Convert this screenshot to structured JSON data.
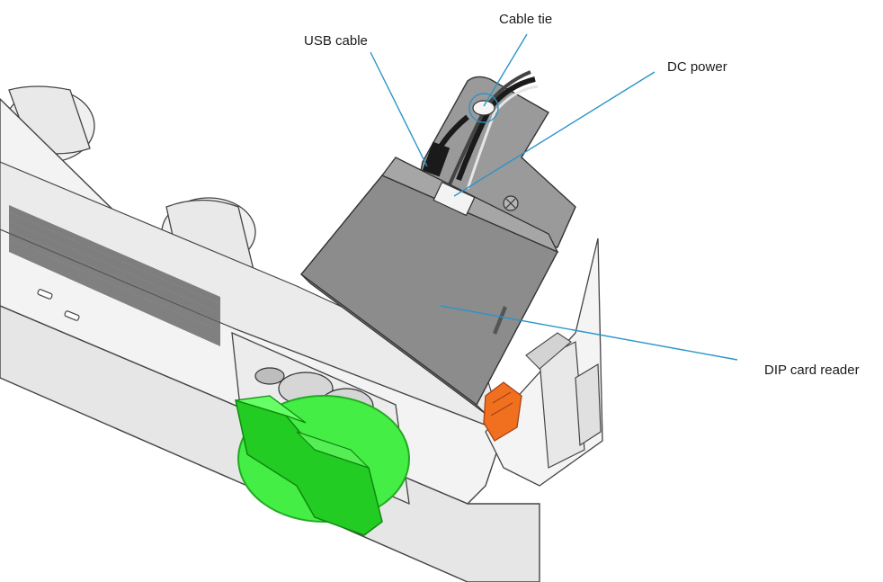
{
  "callouts": {
    "cable_tie": "Cable tie",
    "usb_cable": "USB cable",
    "dc_power": "DC power",
    "dip_card_reader": "DIP card reader"
  },
  "colors": {
    "leader_line": "#2a95c8",
    "knob_green": "#33dd33",
    "connector_orange": "#ef6a1a",
    "reader_body": "#8f8f8f",
    "housing": "#f1f1f1"
  }
}
